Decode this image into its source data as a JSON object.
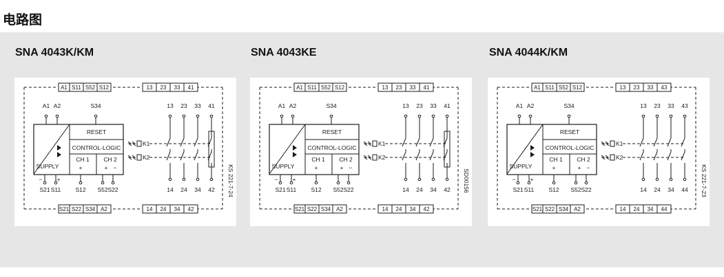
{
  "page": {
    "heading": "电路图"
  },
  "diagrams": [
    {
      "title": "SNA 4043K/KM",
      "top_terminals": [
        "A1",
        "S11",
        "S52",
        "S12"
      ],
      "top_right_terminals": [
        "13",
        "23",
        "33",
        "41"
      ],
      "bottom_terminals": [
        "S21",
        "S22",
        "S34",
        "A2"
      ],
      "bottom_right_terminals": [
        "14",
        "24",
        "34",
        "42"
      ],
      "upper_pins": [
        "A1",
        "A2",
        "S34"
      ],
      "contact_top_labels": [
        "13",
        "23",
        "33",
        "41"
      ],
      "contact_bottom_labels": [
        "14",
        "24",
        "34",
        "42"
      ],
      "lower_pins": [
        "S21",
        "S11",
        "S12",
        "S52",
        "S22"
      ],
      "block": {
        "reset": "RESET",
        "logic": "CONTROL-LOGIC",
        "supply": "SUPPLY",
        "ch1": "CH 1",
        "ch2": "CH 2",
        "k1": "K1",
        "k2": "K2"
      },
      "signs": {
        "minus": "−",
        "plus": "+",
        "plus2": "+",
        "minus2": "−",
        "plus3": "+",
        "minus3": "−"
      },
      "side_code": "KS 221-7-24",
      "last_contact_nc": true
    },
    {
      "title": "SNA 4043KE",
      "top_terminals": [
        "A1",
        "S11",
        "S52",
        "S12"
      ],
      "top_right_terminals": [
        "13",
        "23",
        "33",
        "41"
      ],
      "bottom_terminals": [
        "S21",
        "S22",
        "S34",
        "A2"
      ],
      "bottom_right_terminals": [
        "14",
        "24",
        "34",
        "42"
      ],
      "upper_pins": [
        "A1",
        "A2",
        "S34"
      ],
      "contact_top_labels": [
        "13",
        "23",
        "33",
        "41"
      ],
      "contact_bottom_labels": [
        "14",
        "24",
        "34",
        "42"
      ],
      "lower_pins": [
        "S21",
        "S11",
        "S12",
        "S52",
        "S22"
      ],
      "block": {
        "reset": "RESET",
        "logic": "CONTROL-LOGIC",
        "supply": "SUPPLY",
        "ch1": "CH 1",
        "ch2": "CH 2",
        "k1": "K1",
        "k2": "K2"
      },
      "signs": {
        "minus": "−",
        "plus": "+",
        "plus2": "+",
        "minus2": "−",
        "plus3": "+",
        "minus3": "−"
      },
      "side_code": "SD00156",
      "last_contact_nc": true
    },
    {
      "title": "SNA 4044K/KM",
      "top_terminals": [
        "A1",
        "S11",
        "S52",
        "S12"
      ],
      "top_right_terminals": [
        "13",
        "23",
        "33",
        "43"
      ],
      "bottom_terminals": [
        "S21",
        "S22",
        "S34",
        "A2"
      ],
      "bottom_right_terminals": [
        "14",
        "24",
        "34",
        "44"
      ],
      "upper_pins": [
        "A1",
        "A2",
        "S34"
      ],
      "contact_top_labels": [
        "13",
        "23",
        "33",
        "43"
      ],
      "contact_bottom_labels": [
        "14",
        "24",
        "34",
        "44"
      ],
      "lower_pins": [
        "S21",
        "S11",
        "S12",
        "S52",
        "S22"
      ],
      "block": {
        "reset": "RESET",
        "logic": "CONTROL-LOGIC",
        "supply": "SUPPLY",
        "ch1": "CH 1",
        "ch2": "CH 2",
        "k1": "K1",
        "k2": "K2"
      },
      "signs": {
        "minus": "−",
        "plus": "+",
        "plus2": "+",
        "minus2": "−",
        "plus3": "+",
        "minus3": "−"
      },
      "side_code": "KS 221-7-23",
      "last_contact_nc": false
    }
  ]
}
